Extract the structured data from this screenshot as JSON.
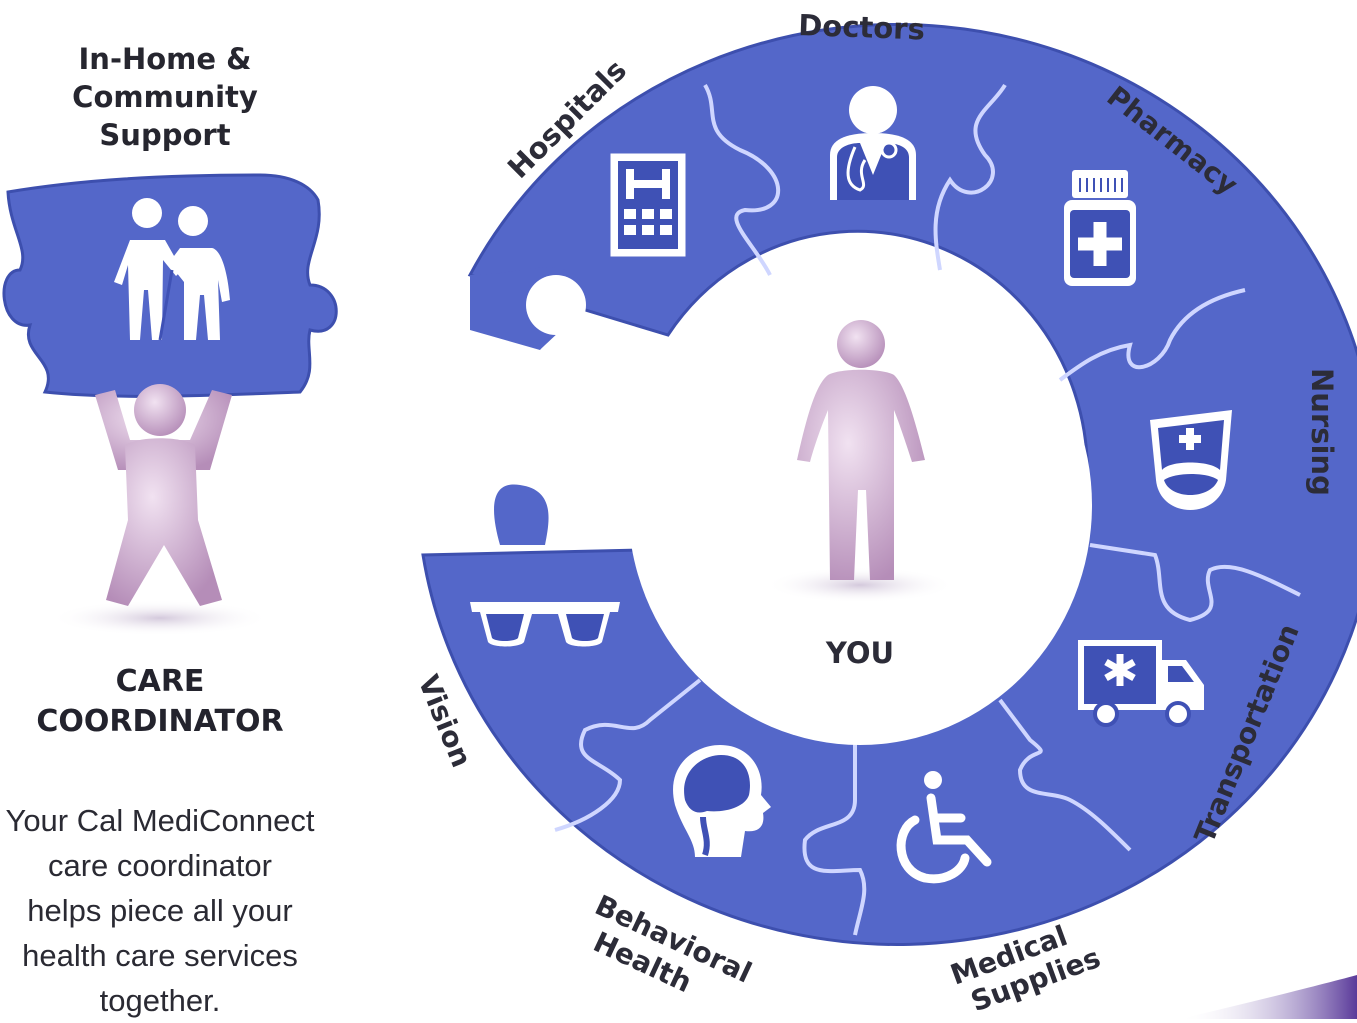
{
  "left_panel": {
    "top_label_lines": [
      "In-Home &",
      "Community",
      "Support"
    ],
    "title_lines": [
      "CARE",
      "COORDINATOR"
    ],
    "description_lines": [
      "Your Cal MediConnect",
      "care coordinator",
      "helps piece all your",
      "health care services",
      "together."
    ]
  },
  "ring": {
    "center_label": "YOU",
    "segments": [
      {
        "label": "Hospitals",
        "icon": "hospital-building-icon"
      },
      {
        "label": "Doctors",
        "icon": "doctor-stethoscope-icon"
      },
      {
        "label": "Pharmacy",
        "icon": "medicine-bottle-icon"
      },
      {
        "label": "Nursing",
        "icon": "nurse-cap-icon"
      },
      {
        "label": "Transportation",
        "icon": "ambulance-icon"
      },
      {
        "label": "Medical Supplies",
        "icon": "wheelchair-icon"
      },
      {
        "label": "Behavioral Health",
        "icon": "brain-head-icon"
      },
      {
        "label": "Vision",
        "icon": "eyeglasses-icon"
      }
    ]
  },
  "colors": {
    "puzzle_blue": "#5467c9",
    "puzzle_edge": "#3d4fae",
    "figure_pink": "#c9a8cb",
    "text_dark": "#2c2c38"
  }
}
